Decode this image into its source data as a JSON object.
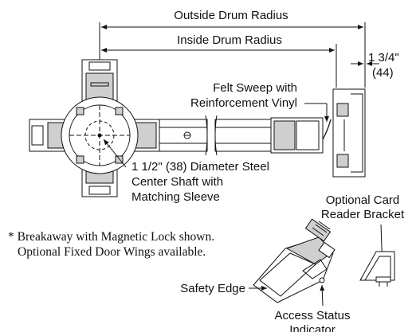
{
  "dimensions": {
    "outside_drum_radius": "Outside Drum Radius",
    "inside_drum_radius": "Inside Drum Radius",
    "sidelight_depth_line1": "1 3/4\"",
    "sidelight_depth_line2": "(44)"
  },
  "callouts": {
    "felt_sweep_line1": "Felt Sweep with",
    "felt_sweep_line2": "Reinforcement Vinyl",
    "shaft_line1": "1 1/2\" (38) Diameter Steel",
    "shaft_line2": "Center Shaft with",
    "shaft_line3": "Matching Sleeve",
    "card_reader_line1": "Optional Card",
    "card_reader_line2": "Reader Bracket",
    "safety_edge": "Safety Edge",
    "access_status_line1": "Access Status",
    "access_status_line2": "Indicator"
  },
  "footnote": {
    "line1": "* Breakaway with Magnetic Lock shown.",
    "line2": "Optional Fixed Door Wings available."
  }
}
